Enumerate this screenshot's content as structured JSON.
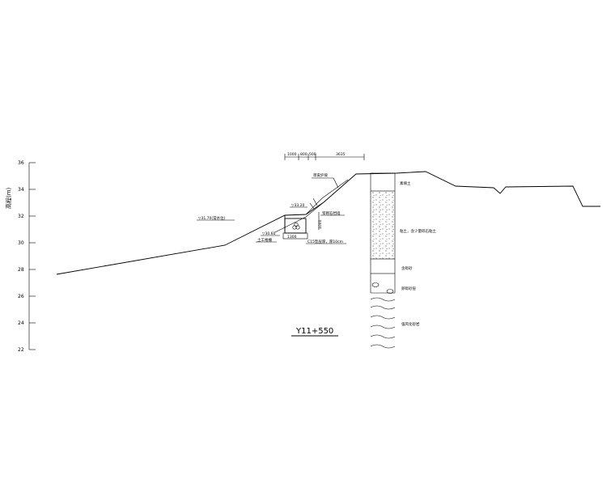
{
  "axis": {
    "label": "高程(m)",
    "ticks": [
      "36",
      "34",
      "32",
      "30",
      "28",
      "26",
      "24",
      "22"
    ]
  },
  "section": {
    "title": "Y11+550"
  },
  "dimensions": {
    "d1": "1000",
    "d2": "800",
    "d3": "500",
    "d4": "3635",
    "vertical": "1000"
  },
  "levels": {
    "water": "▽31.70(常水位)",
    "top": "▽33.20",
    "bottom": "▽30.60"
  },
  "labels": {
    "greening": "草皮护坡",
    "stone": "浆砌石挡墙",
    "box_width": "1300",
    "cushion": "C15垫层厚，厚10cm",
    "geotextile": "土工格栅"
  },
  "strata": [
    "素填土",
    "粘土，含少量砾石粘土",
    "含砾砂",
    "卵砾砂层",
    "强风化砂岩"
  ]
}
